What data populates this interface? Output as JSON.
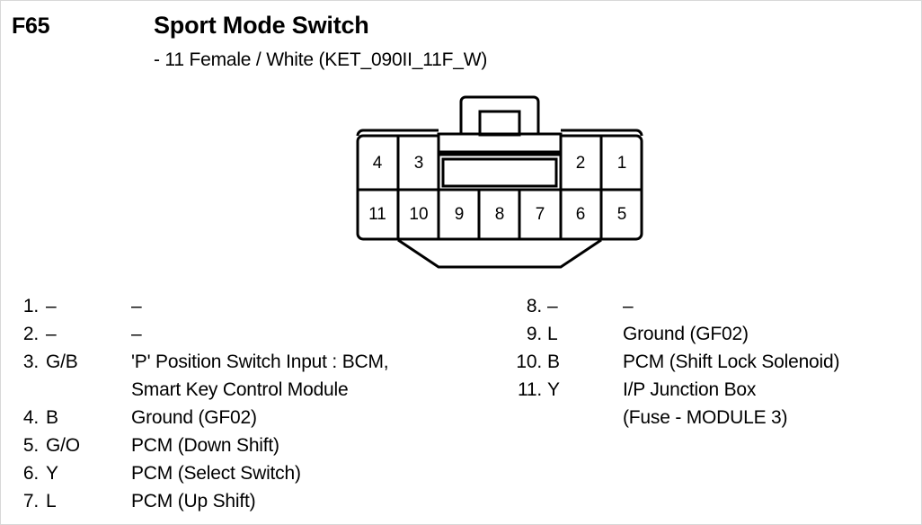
{
  "header": {
    "code": "F65",
    "title": "Sport Mode Switch",
    "subtitle": "- 11 Female / White (KET_090II_11F_W)"
  },
  "connector": {
    "type": "automotive-connector-face-view",
    "gender": "Female",
    "cavity_count": 11,
    "color": "White",
    "part_code": "KET_090II_11F_W",
    "top_row_labels": [
      "4",
      "3",
      "2",
      "1"
    ],
    "bottom_row_labels": [
      "11",
      "10",
      "9",
      "8",
      "7",
      "6",
      "5"
    ],
    "latch_label": "locking-tab"
  },
  "pin_list": {
    "left_column": [
      {
        "no": "1.",
        "code": "–",
        "desc": "–"
      },
      {
        "no": "2.",
        "code": "–",
        "desc": "–"
      },
      {
        "no": "3.",
        "code": "G/B",
        "desc": "'P' Position Switch Input : BCM,"
      },
      {
        "no": "",
        "code": "",
        "desc": "Smart Key Control Module",
        "continuation": true
      },
      {
        "no": "4.",
        "code": "B",
        "desc": "Ground (GF02)"
      },
      {
        "no": "5.",
        "code": "G/O",
        "desc": "PCM (Down Shift)"
      },
      {
        "no": "6.",
        "code": "Y",
        "desc": "PCM (Select Switch)"
      },
      {
        "no": "7.",
        "code": "L",
        "desc": "PCM (Up Shift)"
      }
    ],
    "right_column": [
      {
        "no": "8.",
        "code": "–",
        "desc": "–"
      },
      {
        "no": "9.",
        "code": "L",
        "desc": "Ground (GF02)"
      },
      {
        "no": "10.",
        "code": "B",
        "desc": "PCM (Shift Lock Solenoid)"
      },
      {
        "no": "11.",
        "code": "Y",
        "desc": "I/P Junction Box"
      },
      {
        "no": "",
        "code": "",
        "desc": "(Fuse - MODULE 3)",
        "continuation": true
      }
    ]
  },
  "colors": {
    "ink": "#000000",
    "background": "#ffffff"
  }
}
